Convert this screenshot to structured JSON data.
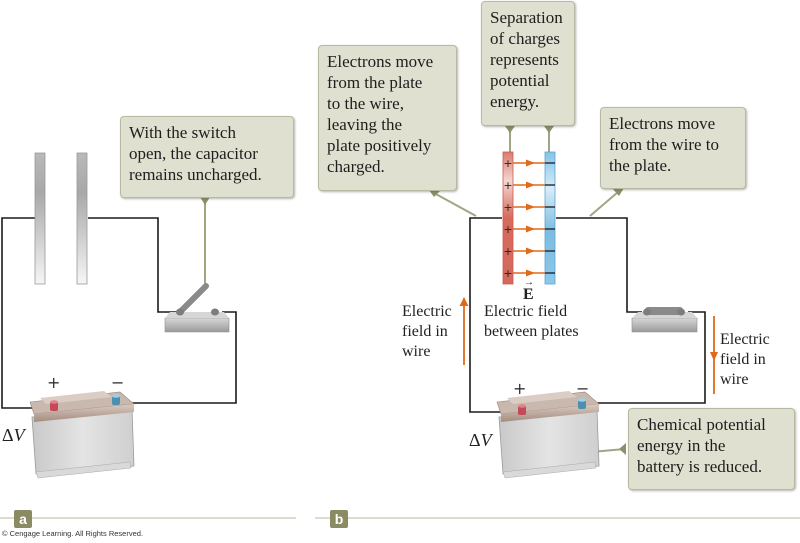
{
  "colors": {
    "callout_bg": "#dfe0d0",
    "callout_pointer": "#8e8f6a",
    "wire": "#1a1a1a",
    "field_arrow": "#e06a1c",
    "positive_plate": "#d9776b",
    "negative_plate": "#8ac6e8",
    "panel_tag": "#8b8b63",
    "divider": "#cfd1bd"
  },
  "panel_a": {
    "tag": "a",
    "callout_switch": "With the switch\nopen, the capacitor\nremains uncharged.",
    "battery_plus": "+",
    "battery_minus": "−",
    "battery_label_delta": "Δ",
    "battery_label_v": "V",
    "switch_state": "open",
    "capacitor_state": "uncharged"
  },
  "panel_b": {
    "tag": "b",
    "callout_left_plate": "Electrons move\nfrom the plate\nto the wire,\nleaving the\nplate positively\ncharged.",
    "callout_separation": "Separation\nof charges\nrepresents\npotential\nenergy.",
    "callout_right_plate": "Electrons move\nfrom the wire to\nthe plate.",
    "callout_battery": "Chemical potential\nenergy in the\nbattery is reduced.",
    "field_symbol": "E",
    "label_field_between": "Electric field\nbetween plates",
    "label_field_wire_left": "Electric\nfield in\nwire",
    "label_field_wire_right": "Electric\nfield in\nwire",
    "battery_plus": "+",
    "battery_minus": "−",
    "battery_label_delta": "Δ",
    "battery_label_v": "V",
    "plate_positive_charges": [
      "+",
      "+",
      "+",
      "+",
      "+",
      "+"
    ],
    "plate_negative_charges": [
      "−",
      "−",
      "−",
      "−",
      "−",
      "−"
    ],
    "switch_state": "closed"
  },
  "copyright": "© Cengage Learning. All Rights Reserved."
}
